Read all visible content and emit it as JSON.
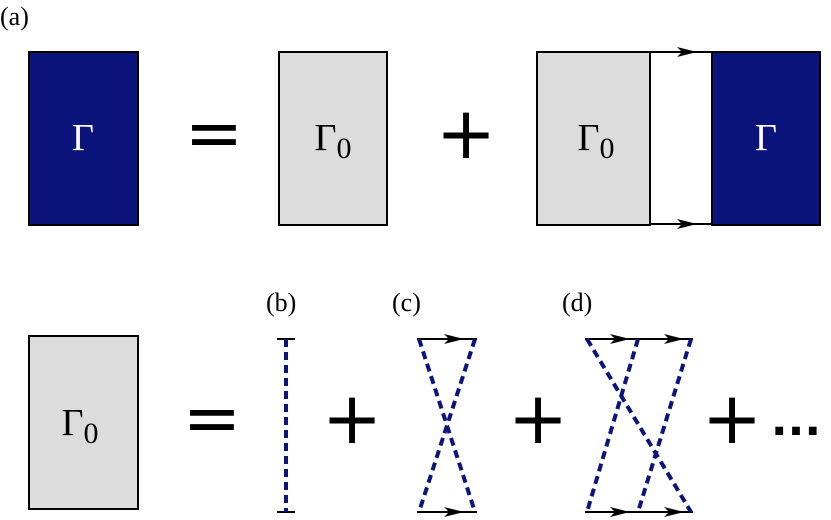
{
  "labels": {
    "panel_a": "(a)",
    "panel_b": "(b)",
    "panel_c": "(c)",
    "panel_d": "(d)"
  },
  "symbols": {
    "gamma": "Γ",
    "gamma0_base": "Γ",
    "gamma0_sub": "0",
    "equals": "=",
    "plus": "+",
    "ellipsis": "···"
  },
  "colors": {
    "full_vertex": "#0a147a",
    "bare_vertex": "#dcdcdc",
    "interaction_line": "#0a147a",
    "outline": "#000000"
  }
}
